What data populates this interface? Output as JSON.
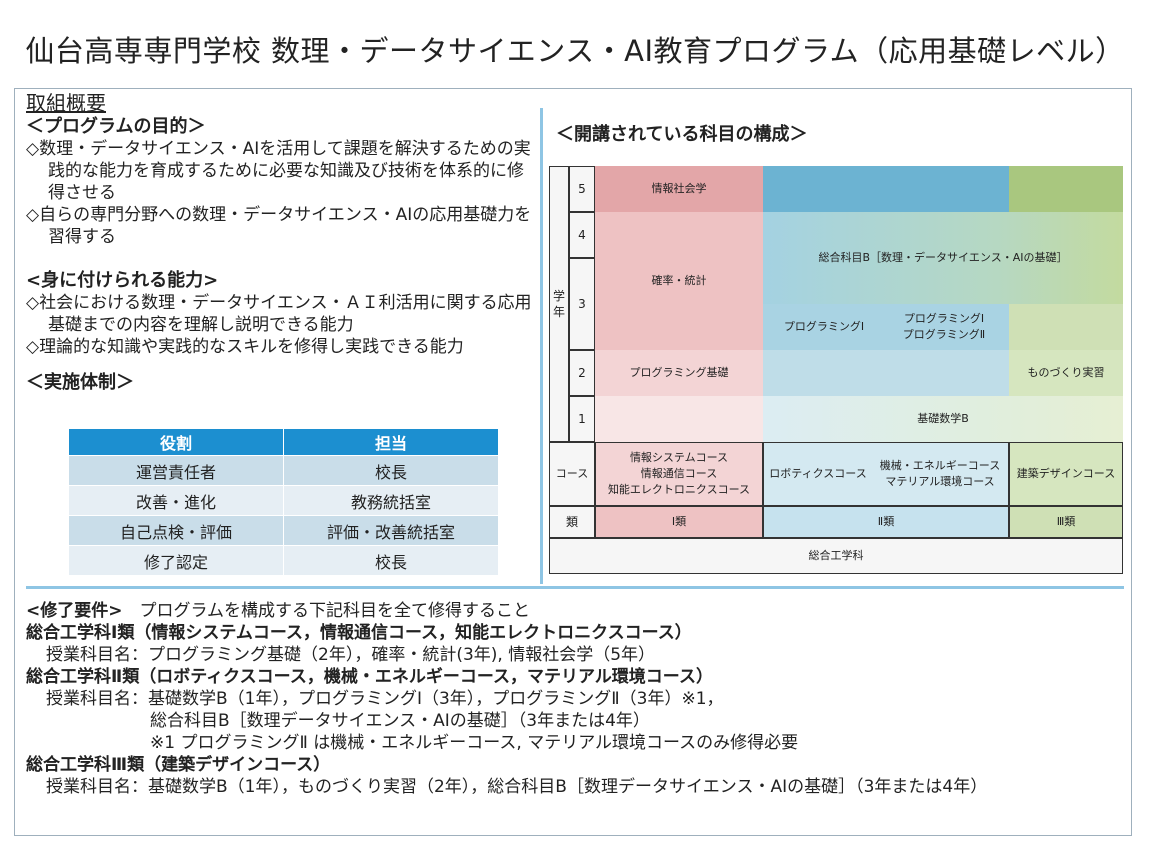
{
  "title": "仙台高専専門学校 数理・データサイエンス・AI教育プログラム（応用基礎レベル）",
  "overview": {
    "heading": "取組概要",
    "purpose_heading": "＜プログラムの目的＞",
    "purpose_items": [
      "◇数理・データサイエンス・AIを活用して課題を解決するための実践的な能力を育成するために必要な知識及び技術を体系的に修得させる",
      "◇自らの専門分野への数理・データサイエンス・AIの応用基礎力を習得する"
    ],
    "ability_heading": "<身に付けられる能力>",
    "ability_items": [
      "◇社会における数理・データサイエンス・ＡＩ利活用に関する応用基礎までの内容を理解し説明できる能力",
      "◇理論的な知識や実践的なスキルを修得し実践できる能力"
    ],
    "system_heading": "＜実施体制＞"
  },
  "roles_table": {
    "headers": [
      "役割",
      "担当"
    ],
    "rows": [
      [
        "運営責任者",
        "校長"
      ],
      [
        "改善・進化",
        "教務統括室"
      ],
      [
        "自己点検・評価",
        "評価・改善統括室"
      ],
      [
        "修了認定",
        "校長"
      ]
    ]
  },
  "structure": {
    "heading": "＜開講されている科目の構成＞",
    "grade_label_1": "学",
    "grade_label_2": "年",
    "grades": [
      "5",
      "4",
      "3",
      "2",
      "1"
    ],
    "course_label": "コース",
    "class_label": "類",
    "subjects": {
      "joho_shakai": "情報社会学",
      "kakuritsu": "確率・統計",
      "prog_kiso": "プログラミング基礎",
      "sogo_b": "総合科目B［数理・データサイエンス・AIの基礎］",
      "prog1": "プログラミングⅠ",
      "prog12_a": "プログラミングⅠ",
      "prog12_b": "プログラミングⅡ",
      "monozukuri": "ものづくり実習",
      "kiso_sugaku": "基礎数学B"
    },
    "courses": {
      "class1": [
        "情報システムコース",
        "情報通信コース",
        "知能エレクトロニクスコース"
      ],
      "robotics": "ロボティクスコース",
      "class2_b": [
        "機械・エネルギーコース",
        "マテリアル環境コース"
      ],
      "architecture": "建築デザインコース"
    },
    "classes": [
      "Ⅰ類",
      "Ⅱ類",
      "Ⅲ類"
    ],
    "department": "総合工学科"
  },
  "requirements": {
    "line1_bold": "<修了要件>",
    "line1_text": "　プログラムを構成する下記科目を全て修得すること",
    "class1_heading": "総合工学科Ⅰ類（情報システムコース，情報通信コース，知能エレクトロニクスコース）",
    "class1_subjects": "授業科目名：プログラミング基礎（2年），確率・統計(3年), 情報社会学（5年）",
    "class2_heading": "総合工学科Ⅱ類（ロボティクスコース，機械・エネルギーコース，マテリアル環境コース）",
    "class2_subjects_1": "授業科目名：基礎数学B（1年），プログラミングⅠ（3年），プログラミングⅡ（3年）※1，",
    "class2_subjects_2": "総合科目B［数理データサイエンス・AIの基礎］（3年または4年）",
    "class2_note": "※1 プログラミングⅡ は機械・エネルギーコース, マテリアル環境コースのみ修得必要",
    "class3_heading": "総合工学科Ⅲ類（建築デザインコース）",
    "class3_subjects": "授業科目名：基礎数学B（1年），ものづくり実習（2年），総合科目B［数理データサイエンス・AIの基礎］（3年または4年）"
  }
}
